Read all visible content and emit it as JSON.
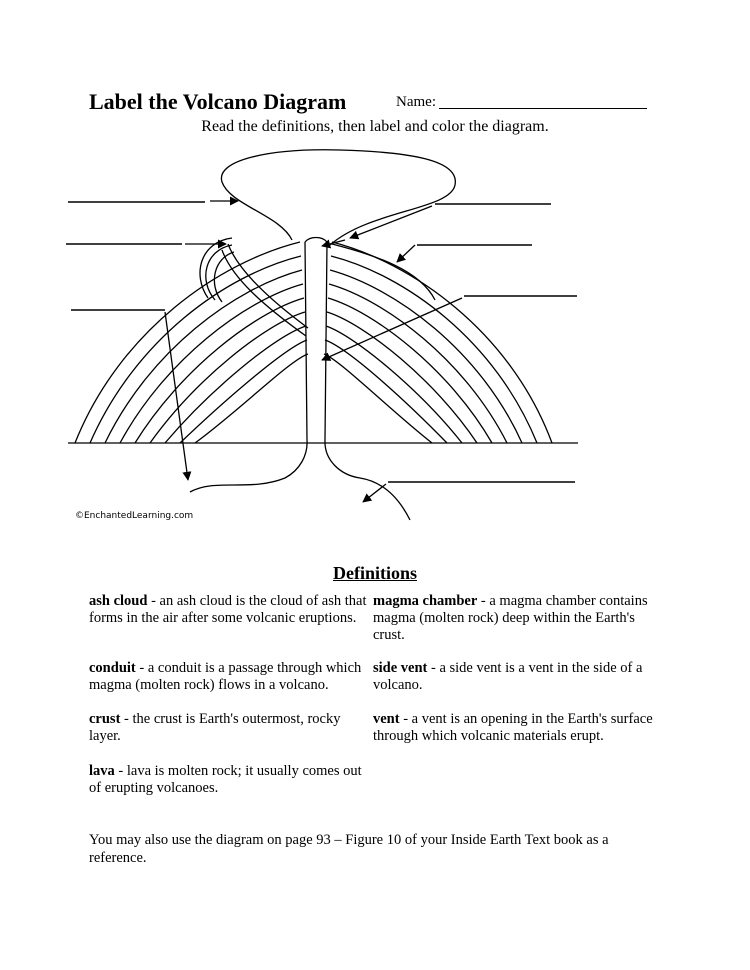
{
  "header": {
    "title": "Label the Volcano Diagram",
    "name_label": "Name:",
    "instructions": "Read the definitions, then label and color the diagram."
  },
  "diagram": {
    "credit": "©EnchantedLearning.com"
  },
  "definitions": {
    "heading": "Definitions",
    "items": [
      {
        "term": "ash cloud",
        "text": " - an ash cloud is the cloud of ash that forms in the air after some volcanic eruptions."
      },
      {
        "term": "conduit",
        "text": " - a conduit is a passage through which magma (molten rock) flows in a volcano."
      },
      {
        "term": "crust",
        "text": " - the crust is Earth's outermost, rocky layer."
      },
      {
        "term": "lava",
        "text": " - lava is molten rock; it usually comes out of erupting volcanoes."
      },
      {
        "term": "magma chamber",
        "text": " - a magma chamber contains magma (molten rock) deep within the Earth's crust."
      },
      {
        "term": "side vent",
        "text": " - a side vent is a vent in the side of a volcano."
      },
      {
        "term": "vent",
        "text": " - a vent is an opening in the Earth's surface through which volcanic materials erupt."
      }
    ]
  },
  "footer": {
    "text": "You may also use the diagram on page 93 – Figure 10 of your Inside Earth Text book as a reference."
  }
}
